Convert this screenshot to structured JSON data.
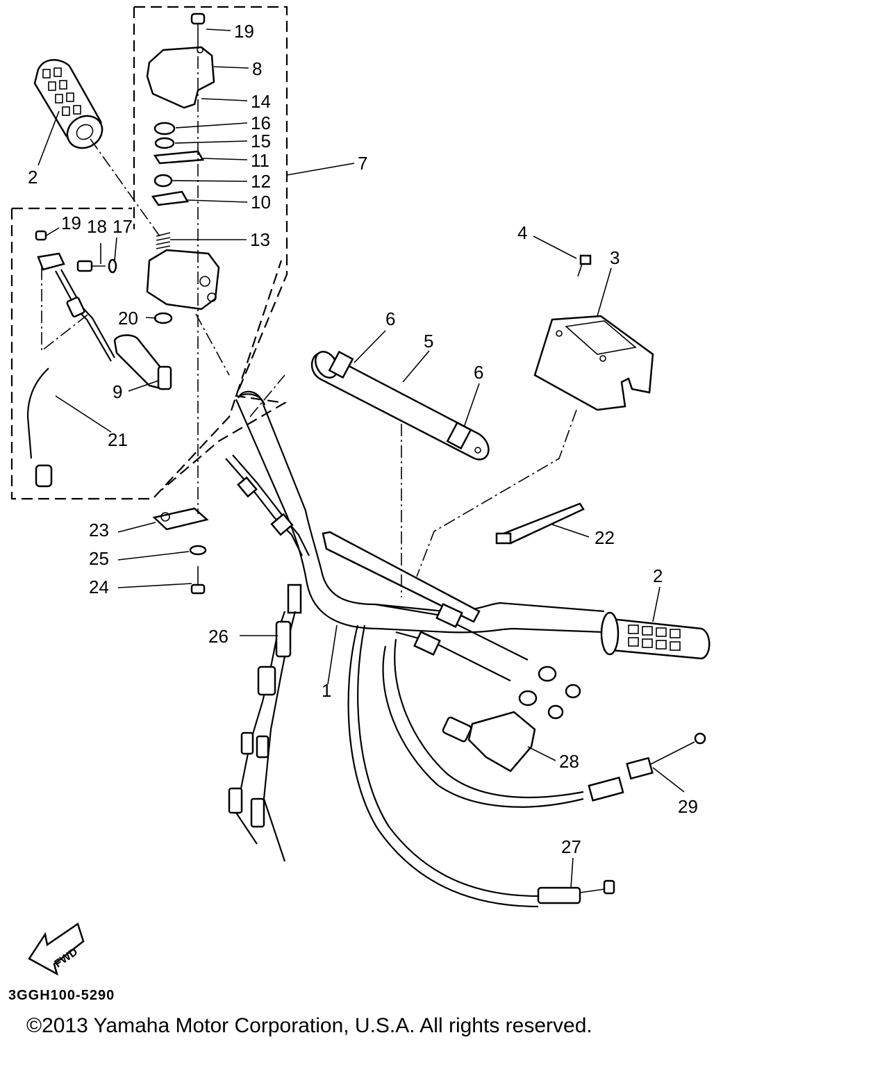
{
  "callouts": [
    {
      "id": "c19a",
      "text": "19"
    },
    {
      "id": "c8",
      "text": "8"
    },
    {
      "id": "c14",
      "text": "14"
    },
    {
      "id": "c16",
      "text": "16"
    },
    {
      "id": "c15",
      "text": "15"
    },
    {
      "id": "c11",
      "text": "11"
    },
    {
      "id": "c7",
      "text": "7"
    },
    {
      "id": "c12",
      "text": "12"
    },
    {
      "id": "c10",
      "text": "10"
    },
    {
      "id": "c2a",
      "text": "2"
    },
    {
      "id": "c19b",
      "text": "19"
    },
    {
      "id": "c18",
      "text": "18"
    },
    {
      "id": "c17",
      "text": "17"
    },
    {
      "id": "c13",
      "text": "13"
    },
    {
      "id": "c4",
      "text": "4"
    },
    {
      "id": "c3",
      "text": "3"
    },
    {
      "id": "c20",
      "text": "20"
    },
    {
      "id": "c6a",
      "text": "6"
    },
    {
      "id": "c5",
      "text": "5"
    },
    {
      "id": "c6b",
      "text": "6"
    },
    {
      "id": "c9",
      "text": "9"
    },
    {
      "id": "c21",
      "text": "21"
    },
    {
      "id": "c22",
      "text": "22"
    },
    {
      "id": "c23",
      "text": "23"
    },
    {
      "id": "c25",
      "text": "25"
    },
    {
      "id": "c24",
      "text": "24"
    },
    {
      "id": "c2b",
      "text": "2"
    },
    {
      "id": "c26",
      "text": "26"
    },
    {
      "id": "c1",
      "text": "1"
    },
    {
      "id": "c28",
      "text": "28"
    },
    {
      "id": "c29",
      "text": "29"
    },
    {
      "id": "c27",
      "text": "27"
    }
  ],
  "fwd_label": "FWD",
  "reference_code": "3GGH100-5290",
  "copyright": "©2013 Yamaha Motor Corporation, U.S.A. All rights reserved."
}
